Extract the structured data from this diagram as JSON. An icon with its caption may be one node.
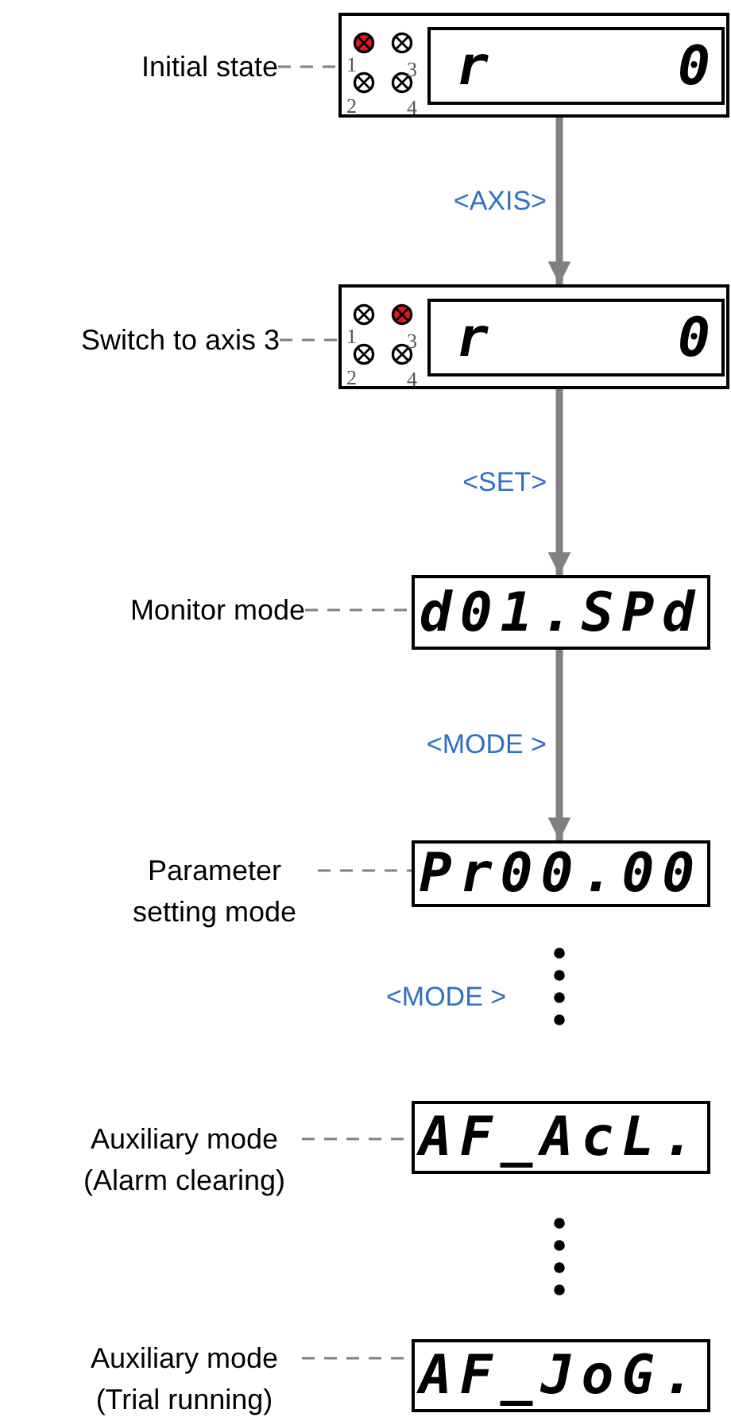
{
  "diagram": {
    "nodes": [
      {
        "text": [
          "Initial state"
        ]
      },
      {
        "text": [],
        "shape": "box"
      },
      {
        "text": [
          "r",
          "0"
        ],
        "in": 1
      },
      {
        "text": [
          "Switch to axis 3"
        ]
      },
      {
        "text": [],
        "shape": "box"
      },
      {
        "text": [
          "r",
          "0"
        ],
        "in": 4
      },
      {
        "text": [
          "Monitor mode"
        ]
      },
      {
        "text": [
          "d01.SPd"
        ]
      },
      {
        "text": [
          "Parameter setting mode"
        ]
      },
      {
        "text": [
          "Pr00.00"
        ]
      },
      {
        "text": [
          "Auxiliary mode (Alarm clearing)"
        ]
      },
      {
        "text": [
          "AF_AcL."
        ]
      },
      {
        "text": [
          "Auxiliary mode (Trial running)"
        ]
      },
      {
        "text": [
          "AF_JoG."
        ]
      }
    ],
    "edges": [
      {
        "from": 0,
        "to": 1,
        "arrow": "none",
        "style": "dashed"
      },
      {
        "from": 1,
        "to": 4,
        "arrow": "to",
        "label": "<AXIS>",
        "style": "thick"
      },
      {
        "from": 3,
        "to": 4,
        "arrow": "none",
        "style": "dashed"
      },
      {
        "from": 4,
        "to": 7,
        "arrow": "to",
        "label": "<SET>",
        "style": "thick"
      },
      {
        "from": 6,
        "to": 7,
        "arrow": "none",
        "style": "dashed"
      },
      {
        "from": 7,
        "to": 9,
        "arrow": "to",
        "label": "<MODE >",
        "style": "thick"
      },
      {
        "from": 8,
        "to": 9,
        "arrow": "none",
        "style": "dashed"
      },
      {
        "from": 10,
        "to": 11,
        "arrow": "none",
        "style": "dashed"
      },
      {
        "from": 12,
        "to": 13,
        "arrow": "none",
        "style": "dashed"
      }
    ],
    "labels": [
      "1",
      "3",
      "2",
      "4",
      "1",
      "3",
      "2",
      "4",
      "<MODE >"
    ]
  }
}
